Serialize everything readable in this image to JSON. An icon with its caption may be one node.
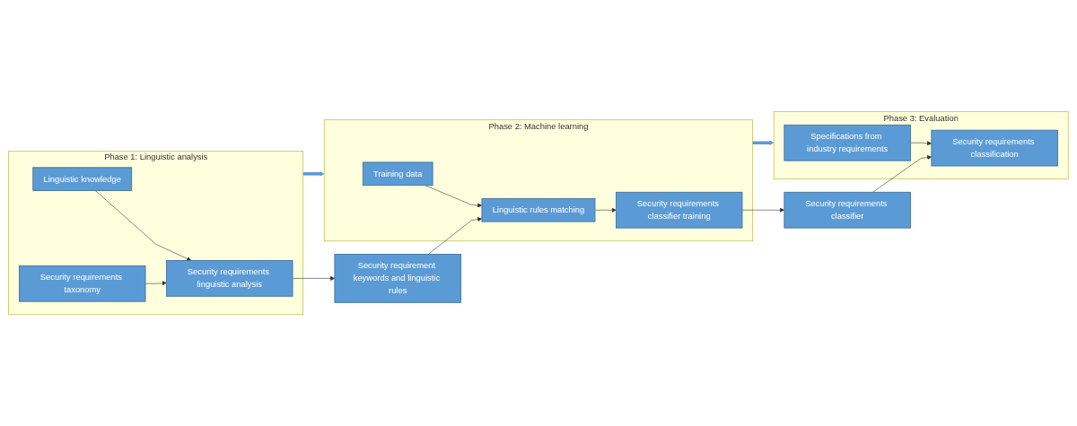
{
  "diagram": {
    "nodes": [
      {
        "text": [
          "Phase 1: Linguistic analysis"
        ]
      },
      {
        "text": [
          "Linguistic knowledge"
        ],
        "in": 0
      },
      {
        "text": [
          "Security requirements taxonomy"
        ],
        "in": 0
      },
      {
        "text": [
          "Security requirements linguistic analysis"
        ],
        "in": 0
      },
      {
        "text": [
          "Phase 2: Machine learning"
        ]
      },
      {
        "text": [
          "Training data"
        ],
        "in": 4
      },
      {
        "text": [
          "Linguistic rules matching"
        ],
        "in": 4
      },
      {
        "text": [
          "Security requirements classifier training"
        ],
        "in": 4
      },
      {
        "text": [
          "Phase 3: Evaluation"
        ]
      },
      {
        "text": [
          "Specifications from industry requirements"
        ],
        "in": 8
      },
      {
        "text": [
          "Security requirements classification"
        ],
        "in": 8
      },
      {
        "text": [
          "Security requirement keywords and linguistic rules"
        ]
      },
      {
        "text": [
          "Security requirements classifier"
        ]
      }
    ],
    "edges": [
      {
        "from": 1,
        "to": 3,
        "arrow": "to"
      },
      {
        "from": 2,
        "to": 3,
        "arrow": "to"
      },
      {
        "from": 0,
        "to": 4,
        "arrow": "to",
        "style": "thick",
        "color": "#5b9bd5"
      },
      {
        "from": 3,
        "to": 11,
        "arrow": "to"
      },
      {
        "from": 11,
        "to": 6,
        "arrow": "to"
      },
      {
        "from": 5,
        "to": 6,
        "arrow": "to"
      },
      {
        "from": 6,
        "to": 7,
        "arrow": "to"
      },
      {
        "from": 4,
        "to": 8,
        "arrow": "to",
        "style": "thick",
        "color": "#5b9bd5"
      },
      {
        "from": 7,
        "to": 12,
        "arrow": "to"
      },
      {
        "from": 12,
        "to": 10,
        "arrow": "to"
      },
      {
        "from": 9,
        "to": 10,
        "arrow": "to"
      }
    ]
  }
}
